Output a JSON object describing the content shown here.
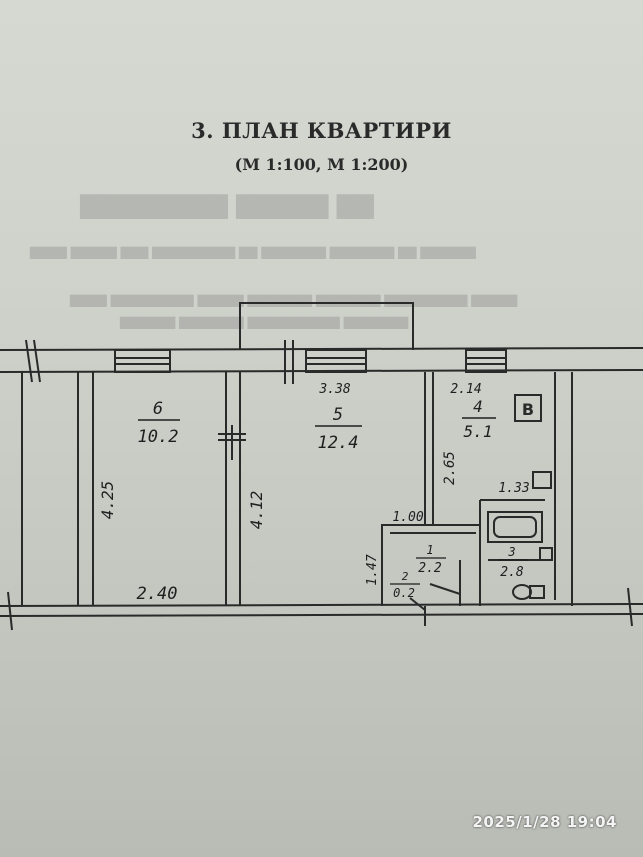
{
  "header": {
    "title": "3. ПЛАН КВАРТИРИ",
    "scale": "(М 1:100, М 1:200)"
  },
  "rooms": [
    {
      "number": "6",
      "area": "10.2"
    },
    {
      "number": "5",
      "area": "12.4"
    },
    {
      "number": "4",
      "area": "5.1"
    },
    {
      "number": "1",
      "area": "2.2"
    },
    {
      "number": "2",
      "area": "0.2"
    },
    {
      "number": "3",
      "area": "2.8"
    }
  ],
  "dimensions": {
    "room6_depth": "4.25",
    "room6_width": "2.40",
    "room5_depth": "4.12",
    "room5_width": "3.38",
    "room4_width": "2.14",
    "room4_depth": "2.65",
    "bath_width": "1.33",
    "hall_width": "1.00",
    "hall_depth": "1.47"
  },
  "fixtures": {
    "stove_label": "B"
  },
  "photo": {
    "timestamp": "2025/1/28 19:04"
  }
}
